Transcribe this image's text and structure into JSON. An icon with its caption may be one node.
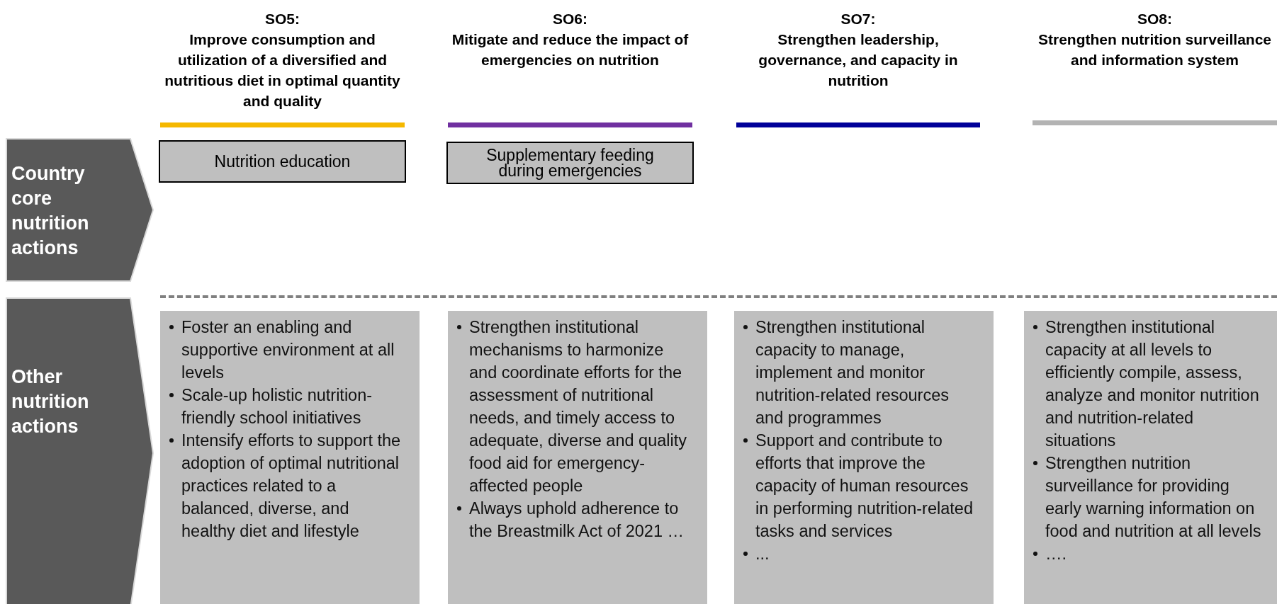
{
  "diagram": {
    "nodes": [
      {
        "text": [
          "Country core nutrition actions"
        ]
      },
      {
        "text": [
          "Other nutrition actions"
        ]
      },
      {
        "text": [
          "Nutrition education"
        ]
      },
      {
        "text": [
          "Supplementary feeding during emergencies"
        ]
      },
      {
        "text": [
          "Foster an enabling and supportive environment at all levels",
          "Scale-up holistic nutrition-friendly school initiatives",
          "Intensify efforts to support the adoption of optimal nutritional practices related to a balanced, diverse, and healthy diet and lifestyle"
        ]
      },
      {
        "text": [
          "Strengthen institutional mechanisms to harmonize and coordinate efforts for the assessment of nutritional needs, and timely access to adequate, diverse and quality food aid for emergency-affected people",
          "Always uphold adherence to the Breastmilk Act of 2021 …"
        ]
      },
      {
        "text": [
          "Strengthen institutional capacity to manage, implement and monitor nutrition-related resources and programmes",
          "Support and contribute to efforts that improve the capacity of human resources in performing nutrition-related tasks and services",
          "..."
        ]
      },
      {
        "text": [
          "Strengthen institutional capacity at all levels to efficiently compile, assess, analyze and monitor nutrition and nutrition-related situations",
          "Strengthen nutrition surveillance for providing early warning information on food and nutrition at all levels",
          "…."
        ]
      }
    ],
    "labels": [
      "SO5:",
      "Improve consumption and utilization of a diversified and nutritious diet in optimal quantity and quality",
      "SO6:",
      "Mitigate and reduce the impact of emergencies on nutrition",
      "SO7:",
      "Strengthen leadership, governance, and capacity in nutrition",
      "SO8:",
      "Strengthen nutrition surveillance and information system"
    ]
  }
}
